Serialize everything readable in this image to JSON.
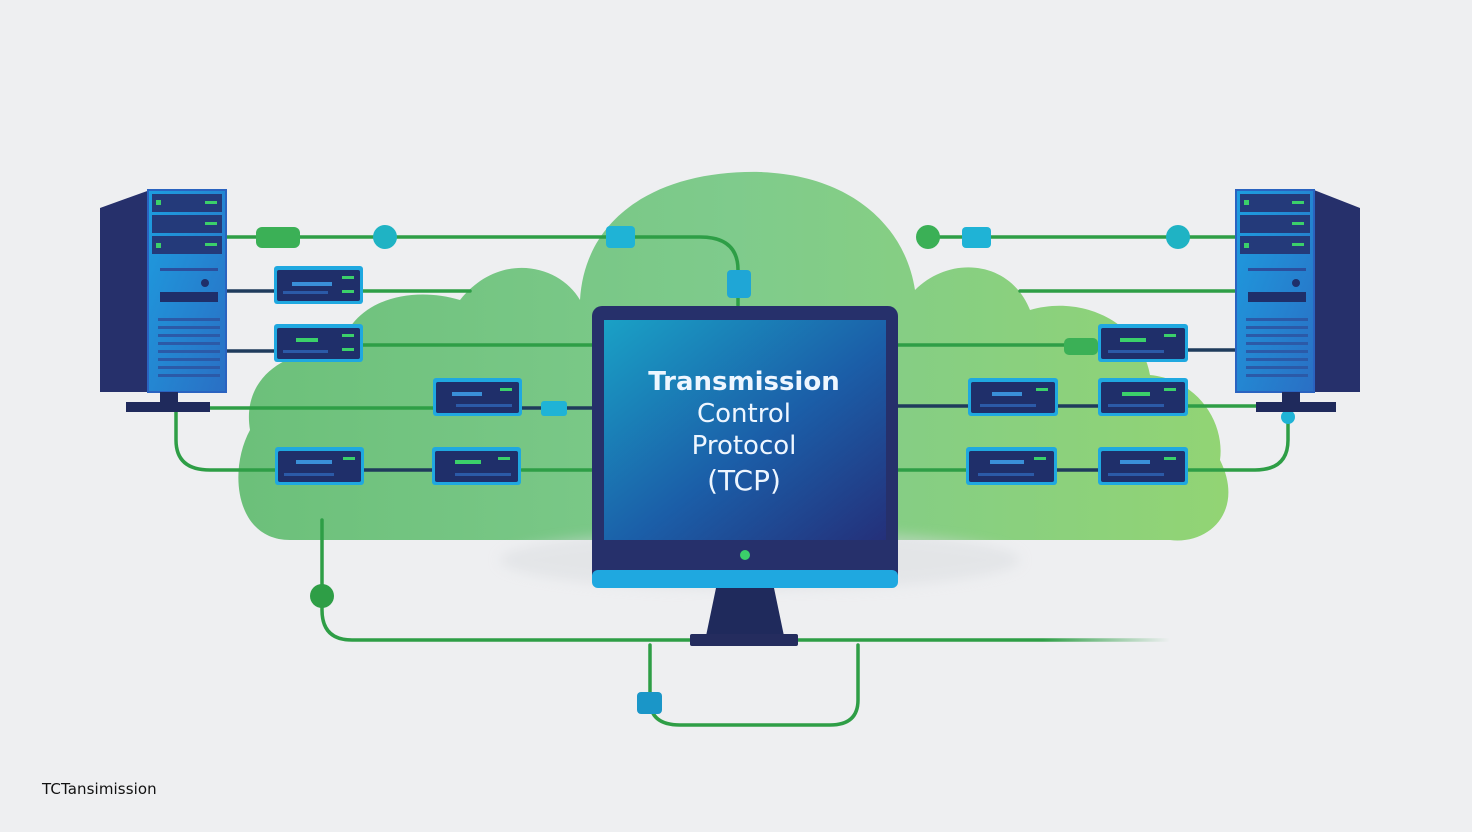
{
  "monitor": {
    "title_lines": [
      "Transmission",
      "Control",
      "Protocol",
      "(TCP)"
    ]
  },
  "caption": "TCTansimission",
  "colors": {
    "background": "#eeeff1",
    "cloud": "#7cc97f",
    "link_green": "#2e9e46",
    "link_dark": "#1f3b5c",
    "server_blue": "#2b8fd6",
    "server_navy": "#26306b",
    "screen_blue": "#1d4f9a",
    "connector_cyan": "#1fb3d6"
  },
  "icons": {
    "server": "tower-server-icon",
    "switch": "network-switch-icon",
    "node": "link-node-icon"
  }
}
